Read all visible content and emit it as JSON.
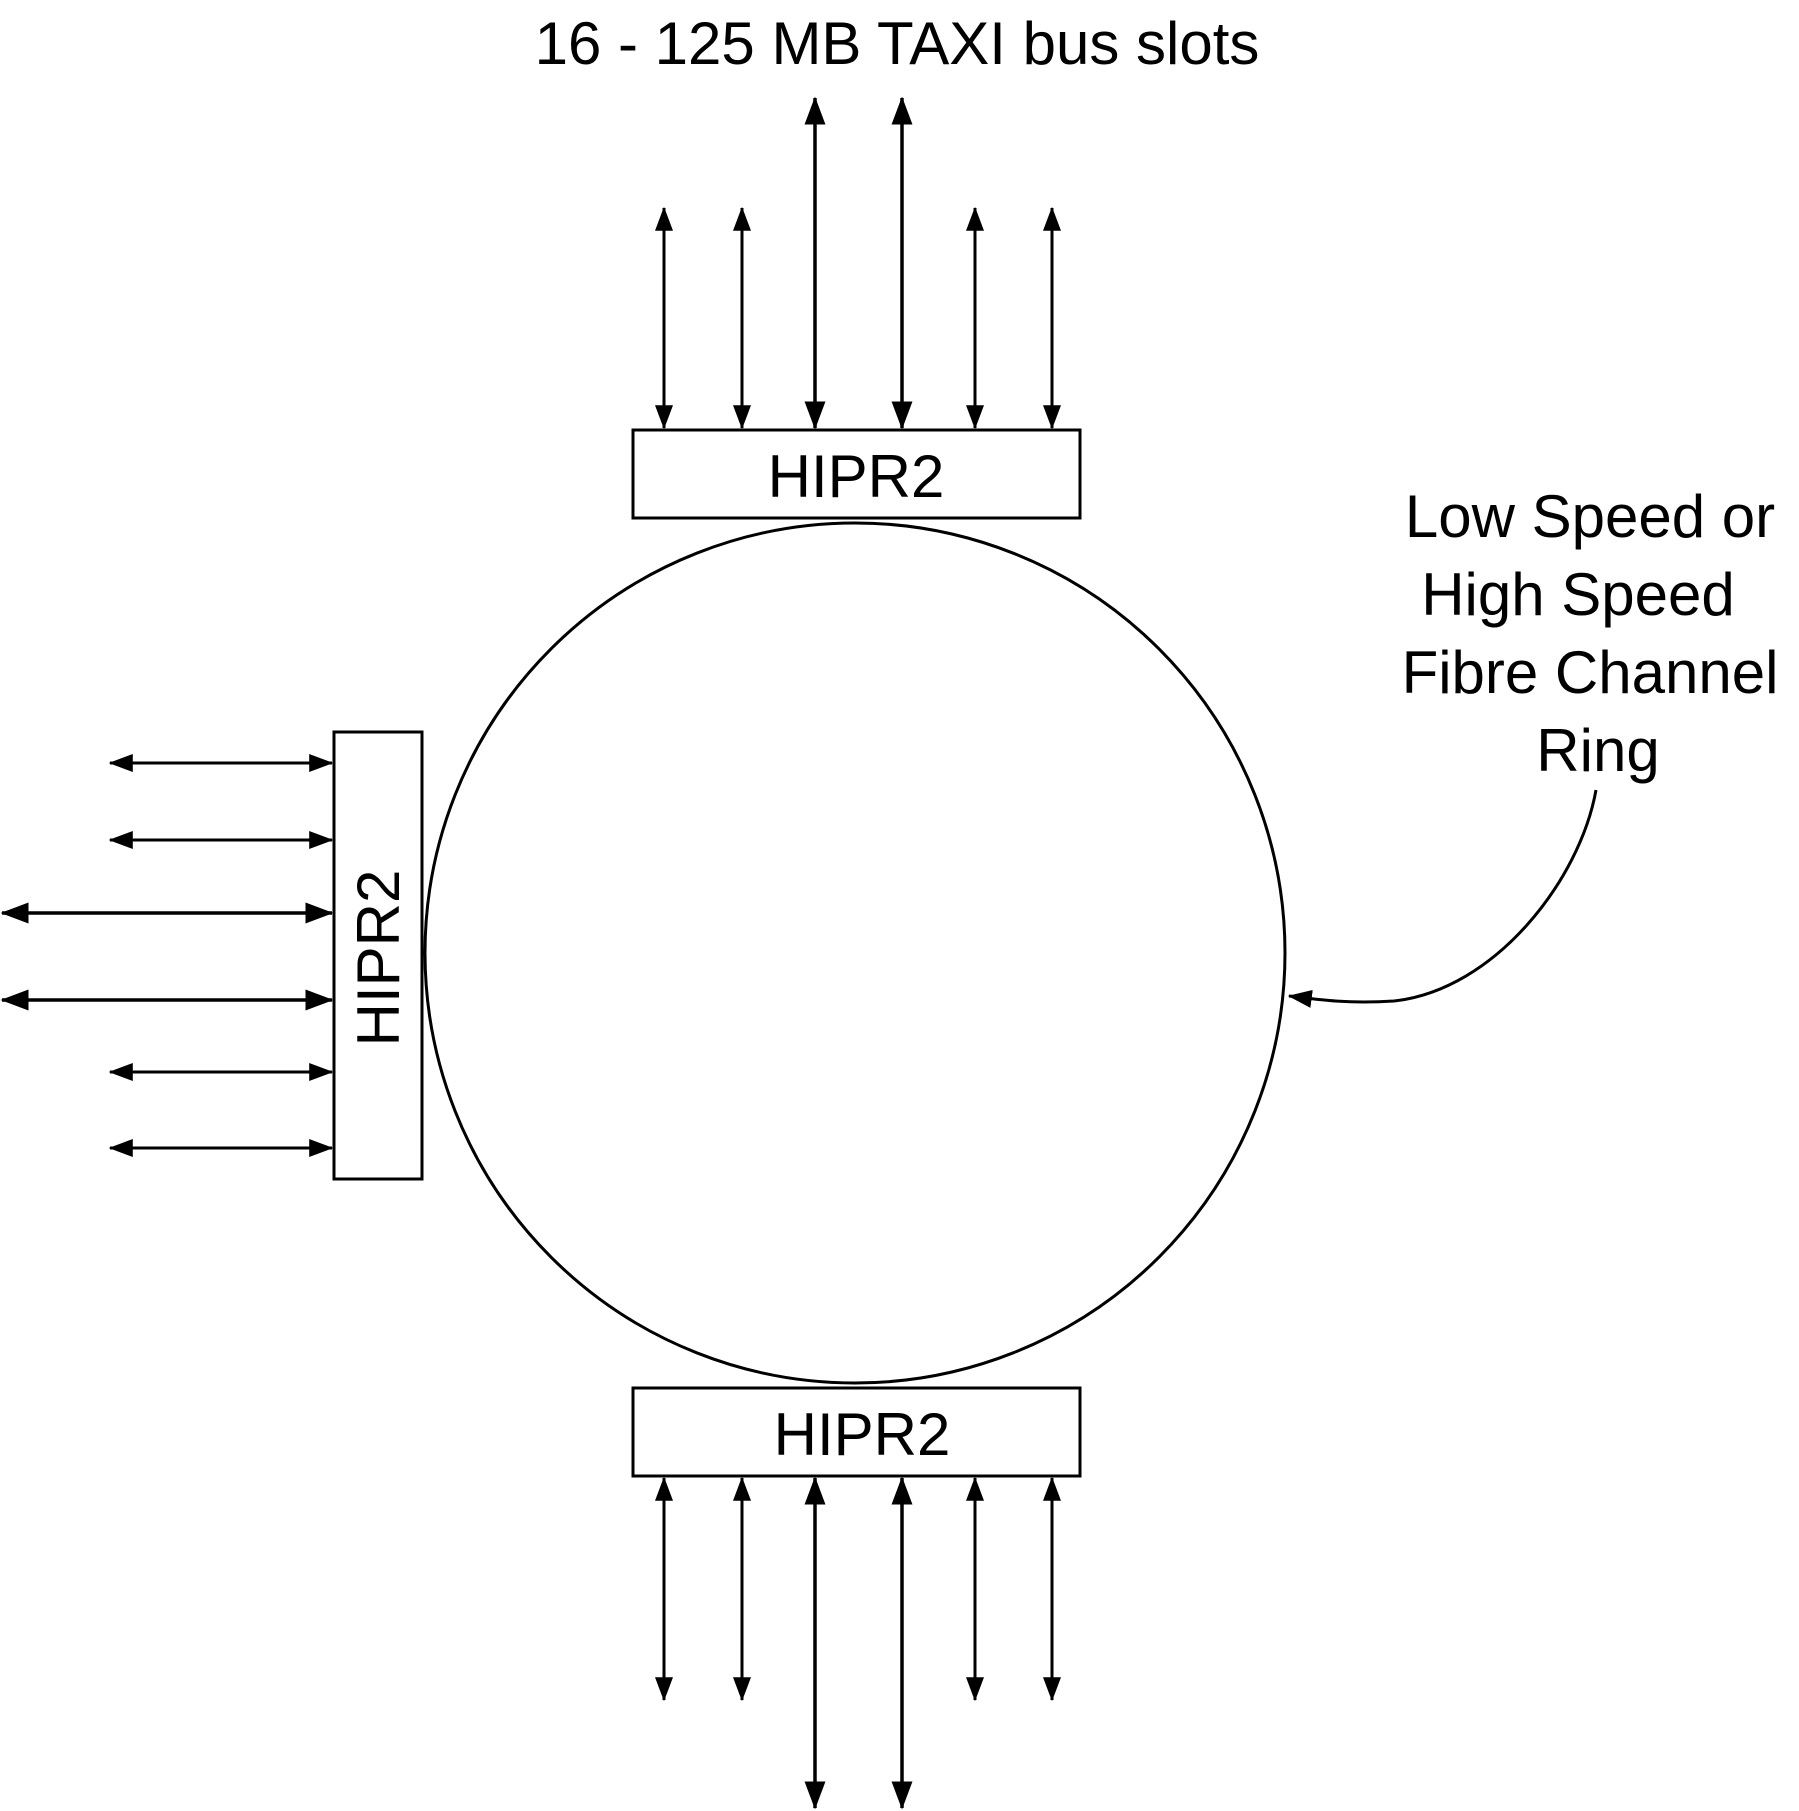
{
  "title": "16 - 125 MB TAXI bus slots",
  "ring": {
    "label_lines": [
      "Low Speed or",
      "High Speed",
      "Fibre Channel",
      "Ring"
    ]
  },
  "nodes": {
    "top": {
      "label": "HIPR2"
    },
    "left": {
      "label": "HIPR2"
    },
    "bottom": {
      "label": "HIPR2"
    }
  },
  "colors": {
    "line": "#000000",
    "background": "#ffffff"
  }
}
